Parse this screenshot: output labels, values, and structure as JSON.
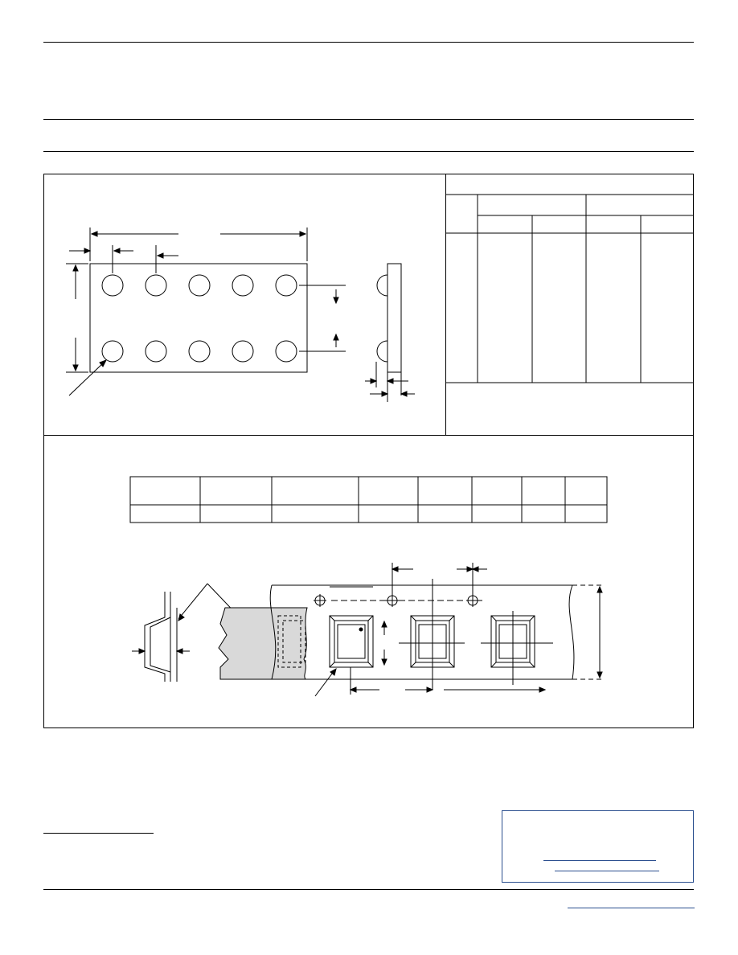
{
  "document": {
    "header_rules": 3,
    "footer_rule": true
  },
  "package_drawing": {
    "top_view": {
      "rows": 2,
      "columns": 5,
      "ball_count": 10
    },
    "dimension_table": {
      "columns": 5,
      "header_rows": 2
    }
  },
  "tape_and_reel": {
    "spec_table": {
      "columns": 8,
      "rows": 2
    },
    "carrier_tape": {
      "pockets": 3,
      "sprocket_holes": 3
    }
  },
  "colors": {
    "line": "#000000",
    "cover_tape_fill": "#d9d9d9",
    "notice_border": "#2b4f8f",
    "link_underline": "#2b4f8f"
  }
}
